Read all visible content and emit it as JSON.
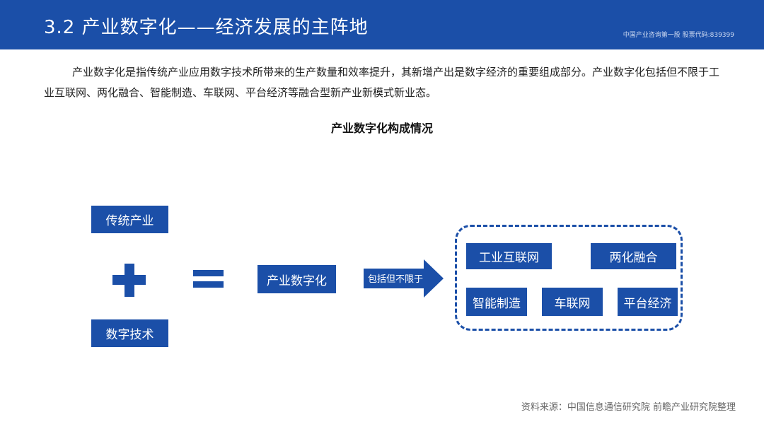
{
  "header": {
    "title": "3.2 产业数字化——经济发展的主阵地",
    "subtitle": "中国产业咨询第一股 股票代码:839399"
  },
  "intro": "产业数字化是指传统产业应用数字技术所带来的生产数量和效率提升，其新增产出是数字经济的重要组成部分。产业数字化包括但不限于工业互联网、两化融合、智能制造、车联网、平台经济等融合型新产业新模式新业态。",
  "figure": {
    "title": "产业数字化构成情况",
    "inputs": [
      "传统产业",
      "数字技术"
    ],
    "result": "产业数字化",
    "arrow_label": "包括但不限于",
    "outputs": [
      "工业互联网",
      "两化融合",
      "智能制造",
      "车联网",
      "平台经济"
    ]
  },
  "colors": {
    "brand_blue": "#1b4fa8"
  },
  "source": "资料来源：中国信息通信研究院 前瞻产业研究院整理"
}
